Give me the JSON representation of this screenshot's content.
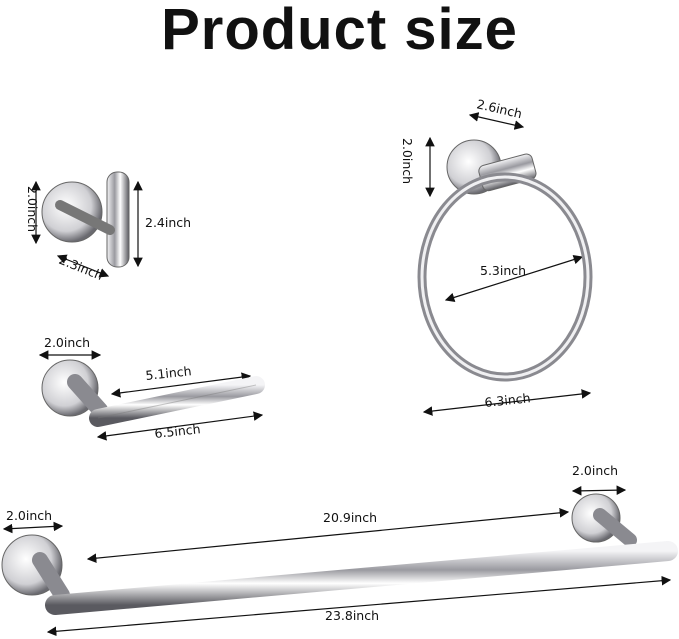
{
  "title": "Product size",
  "hook": {
    "height": "2.0inch",
    "depth": "2.3inch",
    "length": "2.4inch"
  },
  "ring": {
    "depth": "2.6inch",
    "height": "2.0inch",
    "inner": "5.3inch",
    "outer": "6.3inch"
  },
  "paper_holder": {
    "base": "2.0inch",
    "bar": "5.1inch",
    "total": "6.5inch"
  },
  "towel_bar": {
    "left_base": "2.0inch",
    "right_base": "2.0inch",
    "bar": "20.9inch",
    "total": "23.8inch"
  },
  "colors": {
    "text": "#111111",
    "chrome": "#c8c8cc",
    "chrome_dark": "#5a5a60"
  }
}
